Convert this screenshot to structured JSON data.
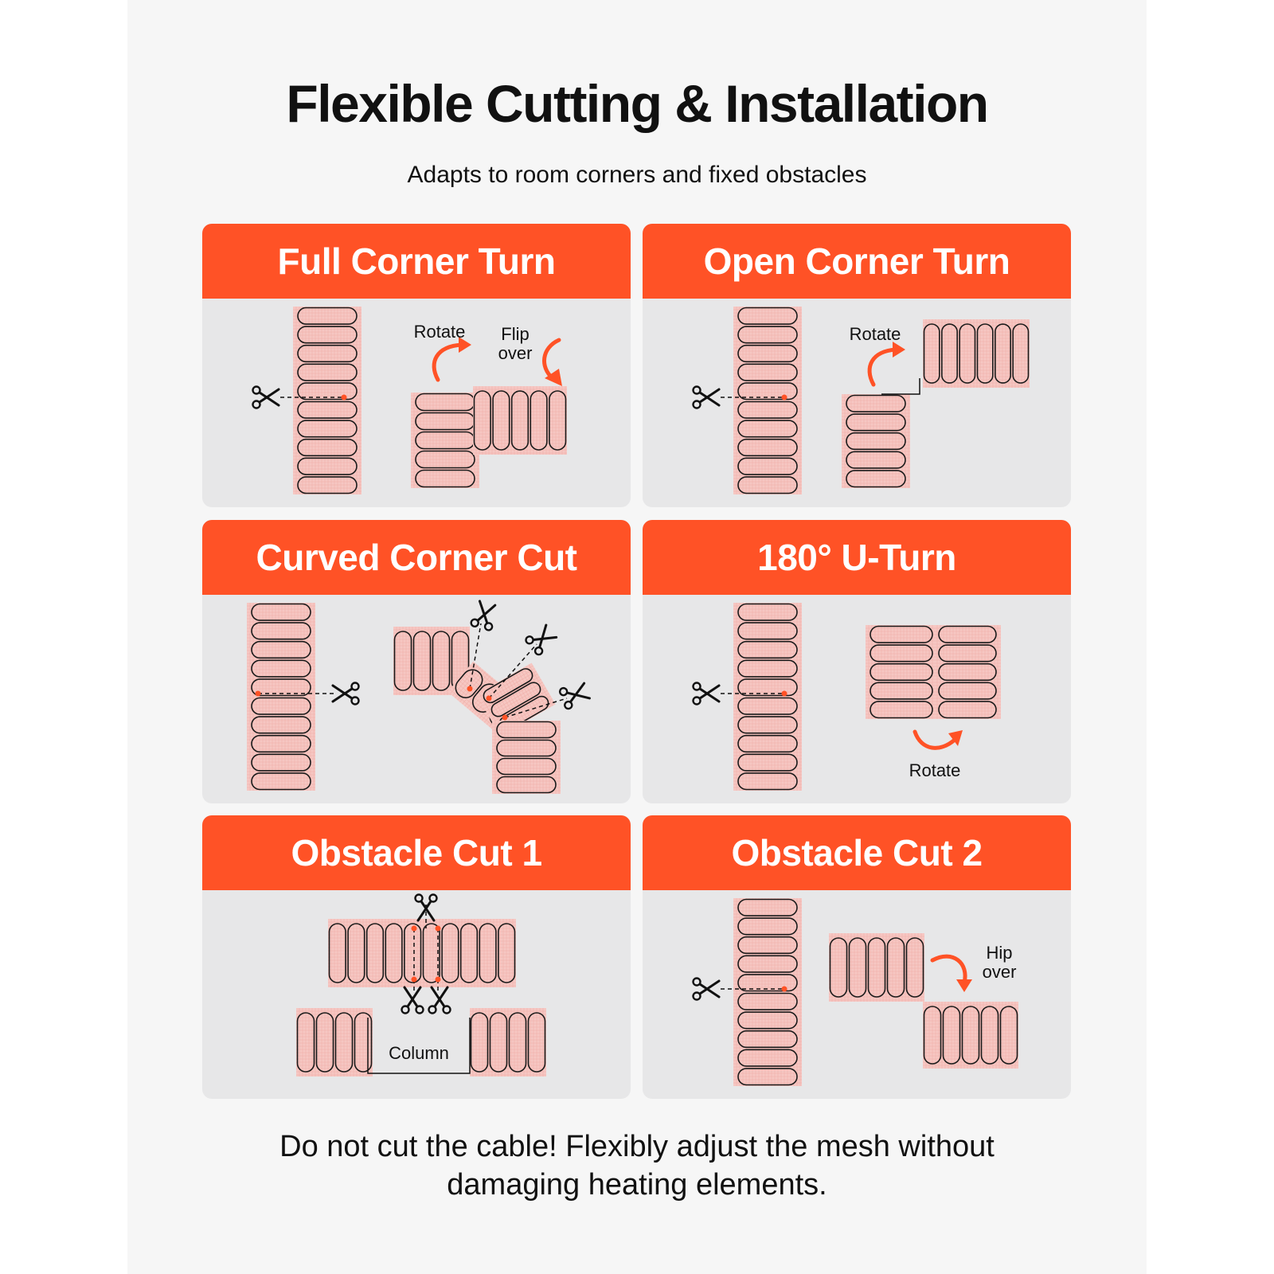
{
  "title": "Flexible Cutting & Installation",
  "subtitle": "Adapts to room corners and fixed obstacles",
  "colors": {
    "accent": "#ff5226",
    "mesh": "#f6c7c2",
    "card_bg": "#e7e7e8",
    "page_bg": "#f6f6f6"
  },
  "cards": [
    {
      "title": "Full Corner Turn",
      "labels": {
        "rotate": "Rotate",
        "flip_line1": "Flip",
        "flip_line2": "over"
      }
    },
    {
      "title": "Open Corner Turn",
      "labels": {
        "rotate": "Rotate"
      }
    },
    {
      "title": "Curved Corner Cut"
    },
    {
      "title": "180° U-Turn",
      "labels": {
        "rotate": "Rotate"
      }
    },
    {
      "title": "Obstacle Cut 1",
      "labels": {
        "column": "Column"
      }
    },
    {
      "title": "Obstacle Cut 2",
      "labels": {
        "flip_line1": "Hip",
        "flip_line2": "over"
      }
    }
  ],
  "icons": [
    "scissors-icon",
    "rotate-arrow-icon",
    "flip-arrow-icon",
    "heating-mat-icon"
  ],
  "footer": {
    "line1": "Do not cut the cable! Flexibly adjust the mesh without",
    "line2": "damaging heating elements."
  }
}
